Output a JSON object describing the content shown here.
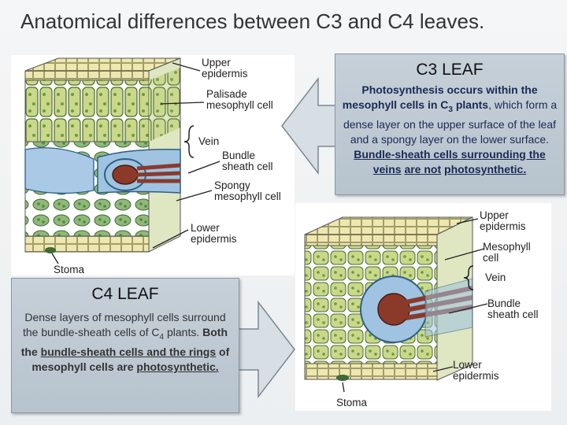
{
  "title": "Anatomical differences between C3 and C4 leaves.",
  "c3": {
    "heading": "C3 LEAF",
    "text": {
      "t1": "Photosynthesis occurs within the mesophyll cells in C",
      "sub1": "3",
      "t2": " plants",
      "t3": ", which form a dense layer on the upper surface of the leaf and a spongy layer on the lower surface. ",
      "t4": "Bundle-sheath cells surrounding the veins",
      "t5": " ",
      "t6": "are not",
      "t7": " ",
      "t8": "photosynthetic."
    },
    "labels": {
      "upper_epidermis": "Upper epidermis",
      "palisade": "Palisade mesophyll cell",
      "vein": "Vein",
      "bundle_sheath": "Bundle sheath cell",
      "spongy": "Spongy mesophyll cell",
      "lower_epidermis": "Lower epidermis",
      "stoma": "Stoma"
    }
  },
  "c4": {
    "heading": "C4 LEAF",
    "text": {
      "t1": "Dense layers of mesophyll cells surround the bundle-sheath cells of C",
      "sub1": "4",
      "t2": " plants. ",
      "t3": "Both the ",
      "t4": "bundle-sheath cells and the rings",
      "t5": " of mesophyll cells are ",
      "t6": "photosynthetic."
    },
    "labels": {
      "upper_epidermis": "Upper epidermis",
      "mesophyll": "Mesophyll cell",
      "vein": "Vein",
      "bundle_sheath": "Bundle sheath cell",
      "lower_epidermis": "Lower epidermis",
      "stoma": "Stoma"
    }
  },
  "colors": {
    "mesophyll": "#c9d88a",
    "bundle_sheath": "#9fc3e0",
    "vein": "#8b3a2a",
    "epidermis": "#e9e2a8",
    "spongy": "#7ea86a",
    "callout": "#c0cbd4"
  }
}
